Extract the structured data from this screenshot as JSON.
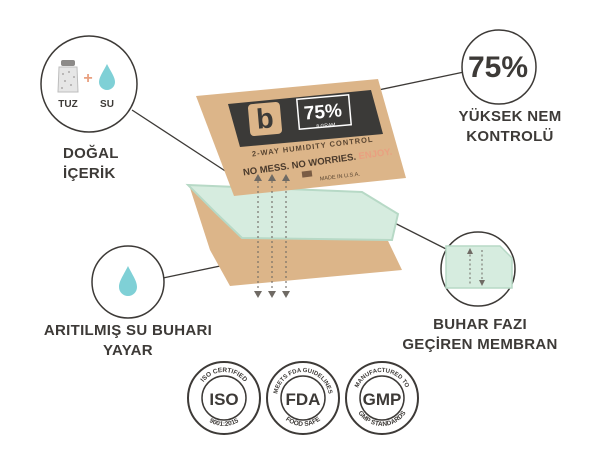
{
  "ingredients": {
    "salt": "TUZ",
    "water": "SU"
  },
  "natural_label": [
    "DOĞAL",
    "İÇERİK"
  ],
  "humidity_label": [
    "YÜKSEK NEM",
    "KONTROLÜ"
  ],
  "humidity_badge": "75%",
  "vapor_label": [
    "ARITILMIŞ SU BUHARI",
    "YAYAR"
  ],
  "membrane_label": [
    "BUHAR FAZI",
    "GEÇİREN MEMBRAN"
  ],
  "packet": {
    "brand_letter": "b",
    "percent": "75%",
    "gram": "8 GRAM",
    "subtitle": "2-WAY HUMIDITY CONTROL",
    "slogan": "NO MESS. NO WORRIES.",
    "slogan_accent": "ENJOY.",
    "made_in": "MADE IN U.S.A."
  },
  "badges": [
    {
      "center": "ISO",
      "top": "ISO CERTIFIED",
      "bottom": "9001:2015"
    },
    {
      "center": "FDA",
      "top": "MEETS FDA GUIDELINES",
      "bottom": "FOOD SAFE"
    },
    {
      "center": "GMP",
      "top": "MANUFACTURED TO",
      "bottom": "GMP STANDARDS"
    }
  ],
  "colors": {
    "text": "#3d3a37",
    "kraft": "#dcb589",
    "kraft_dark": "#c9a172",
    "membrane": "#d6ecdf",
    "water": "#7fd0d6",
    "label_dark": "#3b3a38",
    "accent": "#e9a080"
  }
}
